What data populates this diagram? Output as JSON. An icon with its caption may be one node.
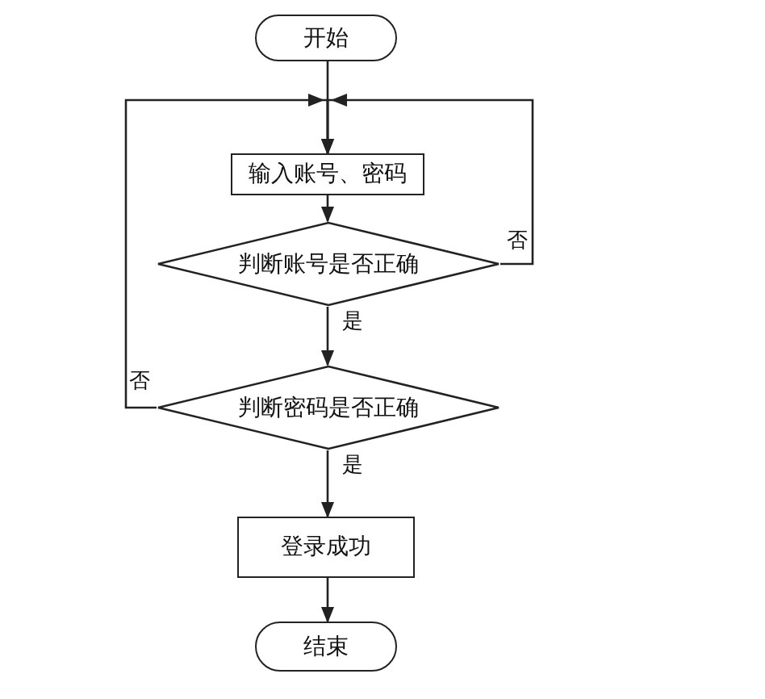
{
  "diagram": {
    "nodes": [
      {
        "text": [
          "开始"
        ]
      },
      {
        "text": [
          "输入账号、密码"
        ]
      },
      {
        "text": [
          "判断账号是否正确"
        ]
      },
      {
        "text": [
          "判断密码是否正确"
        ]
      },
      {
        "text": [
          "登录成功"
        ]
      },
      {
        "text": [
          "结束"
        ]
      }
    ],
    "edges": [
      {
        "from": 0,
        "to": 1,
        "arrow": "to"
      },
      {
        "from": 1,
        "to": 2,
        "arrow": "to"
      },
      {
        "from": 2,
        "to": 3,
        "arrow": "to",
        "label": "是"
      },
      {
        "from": 2,
        "to": 1,
        "arrow": "to",
        "label": "否"
      },
      {
        "from": 3,
        "to": 1,
        "arrow": "to",
        "label": "否"
      },
      {
        "from": 3,
        "to": 4,
        "arrow": "to",
        "label": "是"
      },
      {
        "from": 4,
        "to": 5,
        "arrow": "to"
      }
    ]
  }
}
